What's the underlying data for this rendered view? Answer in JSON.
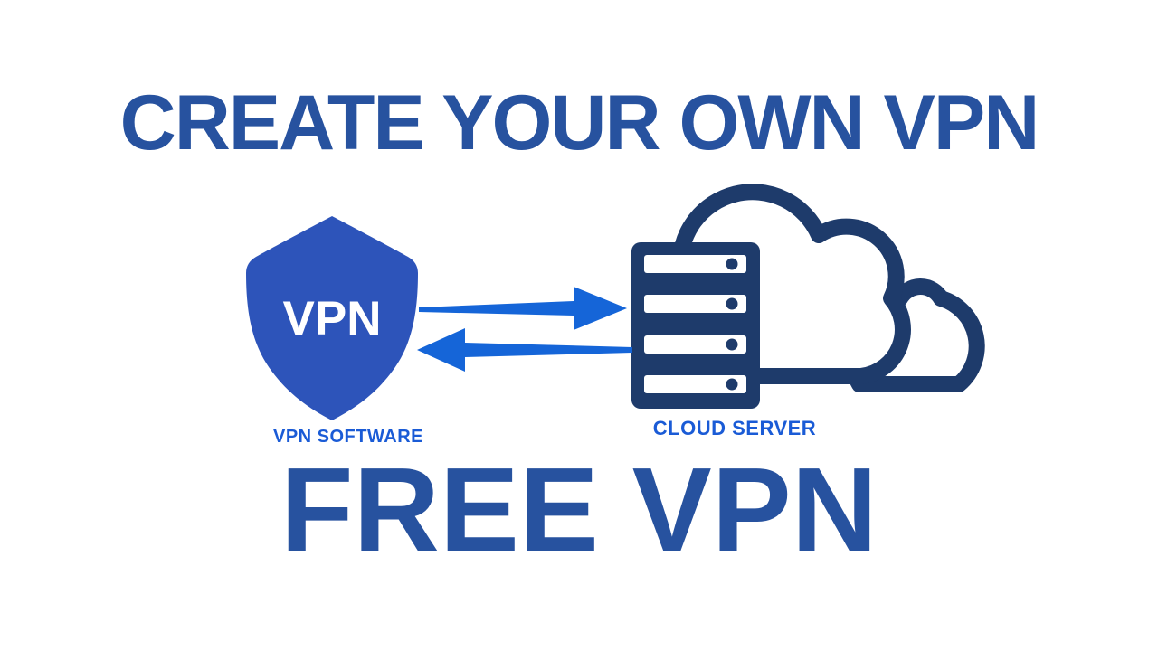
{
  "page": {
    "background_color": "#FFFFFF"
  },
  "title": {
    "text": "CREATE YOUR OWN VPN",
    "color": "#27529F"
  },
  "diagram": {
    "vpn_client": {
      "shield_label": "VPN",
      "shield_fill": "#2D54BA",
      "shield_label_color": "#FFFFFF",
      "caption": "VPN SOFTWARE",
      "caption_color": "#1A5BD6"
    },
    "arrows": {
      "color": "#1565D8",
      "to_server_direction": "right",
      "to_client_direction": "left"
    },
    "cloud_server": {
      "caption": "CLOUD SERVER",
      "caption_color": "#1A5BD6",
      "icon_color": "#1E3B6B",
      "slot_count": 4
    }
  },
  "footer": {
    "text": "FREE VPN",
    "color": "#27529F"
  }
}
